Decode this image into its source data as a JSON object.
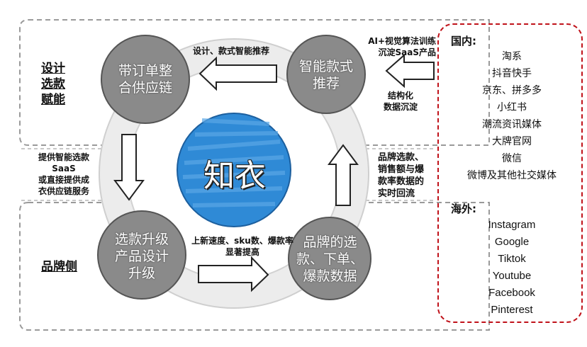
{
  "center": "知衣",
  "nodes": {
    "top_left": [
      "带订单整",
      "合供应链"
    ],
    "top_right": [
      "智能款式",
      "推荐"
    ],
    "bottom_left": [
      "选款升级",
      "产品设计",
      "升级"
    ],
    "bottom_right": [
      "品牌的选",
      "款、下单、",
      "爆款数据"
    ]
  },
  "edge_labels": {
    "top": "设计、款式智能推荐",
    "bottom": [
      "上新速度、sku数、爆款率",
      "显著提高"
    ],
    "left": [
      "提供智能选款",
      "SaaS",
      "或直接提供成",
      "衣供应链服务"
    ],
    "right": [
      "品牌选款、",
      "销售额与爆",
      "款率数据的",
      "实时回流"
    ],
    "ai": [
      "AI+视觉算法训练",
      "沉淀SaaS产品"
    ],
    "structured": [
      "结构化",
      "数据沉淀"
    ]
  },
  "sections": {
    "top": [
      "设计",
      "选款",
      "赋能"
    ],
    "bottom": "品牌侧"
  },
  "domestic": {
    "title": "国内:",
    "items": [
      "淘系",
      "抖音快手",
      "京东、拼多多",
      "小红书",
      "潮流资讯媒体",
      "大牌官网",
      "微信",
      "微博及其他社交媒体"
    ]
  },
  "overseas": {
    "title": "海外:",
    "items": [
      "Instagram",
      "Google",
      "Tiktok",
      "Youtube",
      "Facebook",
      "Pinterest"
    ]
  },
  "colors": {
    "center_fill": "#2f8ad6",
    "node_fill": "#8a8a8a",
    "ring_fill": "#e6e6e6",
    "panel_border": "#c0121a",
    "dashed_region": "#9a9a9a"
  }
}
